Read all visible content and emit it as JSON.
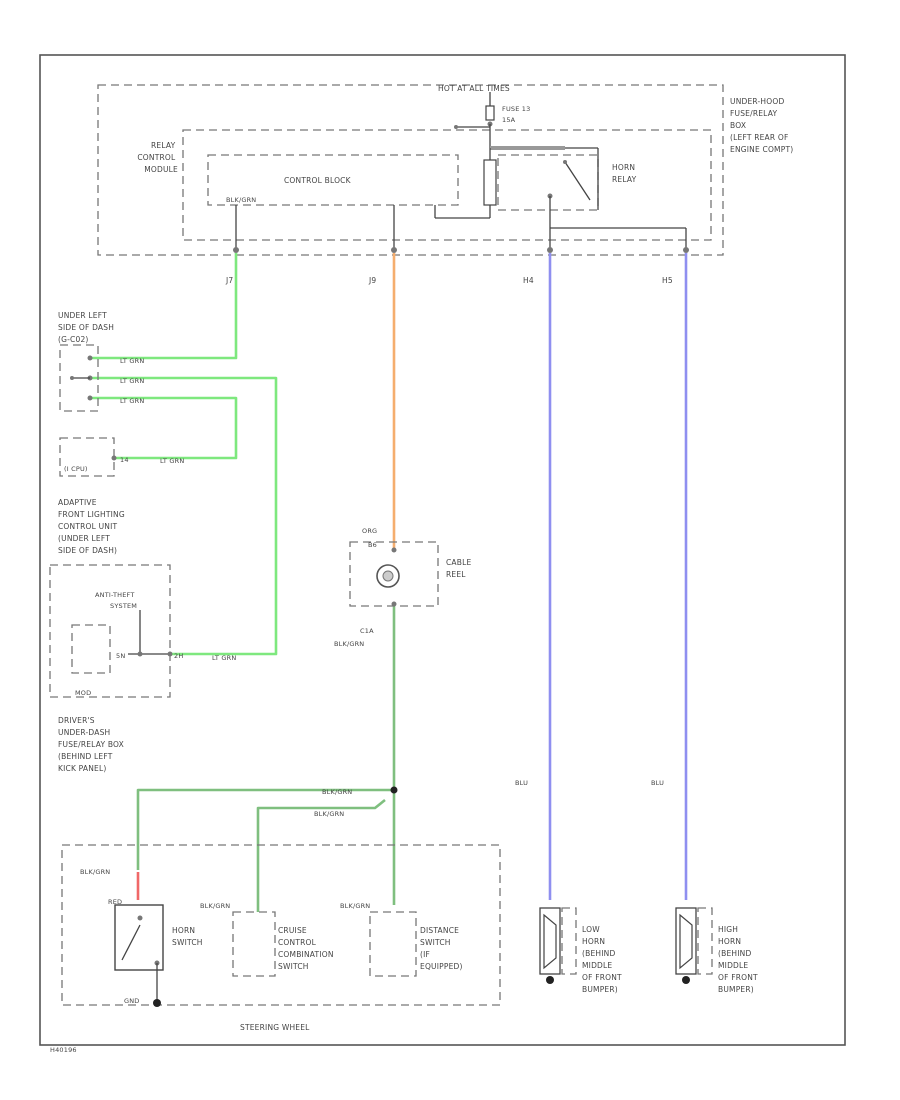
{
  "colors": {
    "lt_grn": "#7ee87e",
    "org": "#f5ae6e",
    "blu": "#8f8ff0",
    "blk_grn": "#7fbf7f",
    "red": "#f06868",
    "line": "#444444",
    "border": "#555555"
  },
  "labels": {
    "hot_at_all_times": "HOT AT ALL TIMES",
    "fuse_line1": "FUSE 13",
    "fuse_line2": "15A",
    "under_hood_box": [
      "UNDER-HOOD",
      "FUSE/RELAY",
      "BOX",
      "(LEFT REAR OF",
      "ENGINE COMPT)"
    ],
    "relay_control_module": [
      "RELAY",
      "CONTROL",
      "MODULE"
    ],
    "control_block": "CONTROL BLOCK",
    "horn_relay": [
      "HORN",
      "RELAY"
    ],
    "blk_grn_top": "BLK/GRN",
    "pin_j7": "J7",
    "pin_j9": "J9",
    "pin_h4": "H4",
    "pin_h5": "H5",
    "under_left_dash": [
      "UNDER LEFT",
      "SIDE OF DASH",
      "(G-C02)"
    ],
    "wire_lt_grn_1": "LT GRN",
    "wire_lt_grn_2": "LT GRN",
    "wire_lt_grn_3": "LT GRN",
    "wire_lt_grn_4": "LT GRN",
    "wire_lt_grn_5": "LT GRN",
    "cpu_pin": "14",
    "cpu_label": "(I CPU)",
    "afl_label": [
      "ADAPTIVE",
      "FRONT LIGHTING",
      "CONTROL UNIT",
      "(UNDER LEFT",
      "SIDE OF DASH)"
    ],
    "anti_theft": [
      "ANTI-THEFT",
      "SYSTEM"
    ],
    "pin_5n": "5N",
    "pin_2h": "2H",
    "mod_label": "MOD",
    "drivers_box": [
      "DRIVER'S",
      "UNDER-DASH",
      "FUSE/RELAY BOX",
      "(BEHIND LEFT",
      "KICK PANEL)"
    ],
    "org_label": "ORG",
    "pin_b6": "B6",
    "cable_reel": [
      "CABLE",
      "REEL"
    ],
    "c1a_label": "C1A",
    "blk_grn_reel": "BLK/GRN",
    "blk_grn_splice1": "BLK/GRN",
    "blk_grn_splice2": "BLK/GRN",
    "blk_grn_left": "BLK/GRN",
    "red_label": "RED",
    "blk_grn_cruise": "BLK/GRN",
    "blk_grn_distance": "BLK/GRN",
    "horn_switch": [
      "HORN",
      "SWITCH"
    ],
    "cruise_switch": [
      "CRUISE",
      "CONTROL",
      "COMBINATION",
      "SWITCH"
    ],
    "distance_switch": [
      "DISTANCE",
      "SWITCH",
      "(IF",
      "EQUIPPED)"
    ],
    "gnd_label": "GND",
    "steering_wheel": "STEERING WHEEL",
    "blu_1": "BLU",
    "blu_2": "BLU",
    "low_horn": [
      "LOW",
      "HORN",
      "(BEHIND",
      "MIDDLE",
      "OF FRONT",
      "BUMPER)"
    ],
    "high_horn": [
      "HIGH",
      "HORN",
      "(BEHIND",
      "MIDDLE",
      "OF FRONT",
      "BUMPER)"
    ],
    "diagram_id": "H40196"
  }
}
